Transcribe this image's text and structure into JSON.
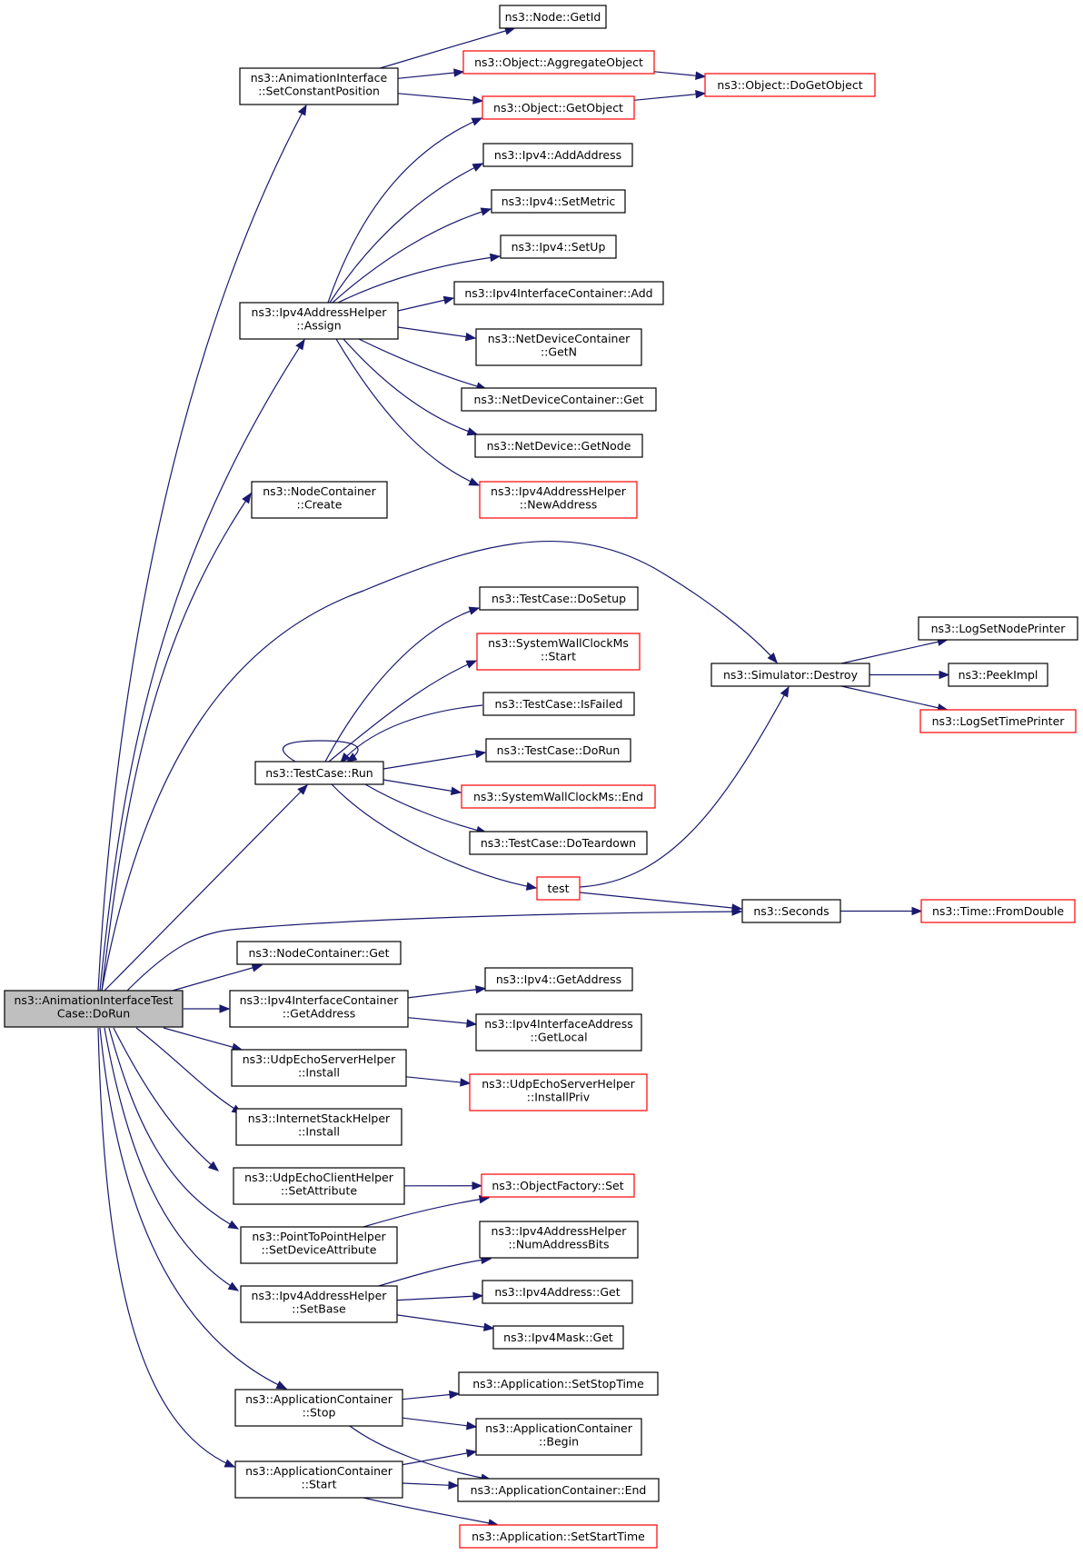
{
  "graph": {
    "title": "",
    "colors": {
      "edge": "#191970",
      "root_fill": "#bfbfbf",
      "root_border": "#000000",
      "normal_border": "#000000",
      "truncated_border": "#ff0000",
      "node_fill": "#ffffff"
    },
    "nodes": [
      {
        "id": "root",
        "lines": [
          "ns3::AnimationInterfaceTest",
          "Case::DoRun"
        ],
        "style": "root"
      },
      {
        "id": "n_setconstpos",
        "lines": [
          "ns3::AnimationInterface",
          "::SetConstantPosition"
        ],
        "style": "normal"
      },
      {
        "id": "n_getid",
        "lines": [
          "ns3::Node::GetId"
        ],
        "style": "normal"
      },
      {
        "id": "n_aggregate",
        "lines": [
          "ns3::Object::AggregateObject"
        ],
        "style": "truncated"
      },
      {
        "id": "n_dogetobject",
        "lines": [
          "ns3::Object::DoGetObject"
        ],
        "style": "truncated"
      },
      {
        "id": "n_getobject",
        "lines": [
          "ns3::Object::GetObject"
        ],
        "style": "truncated"
      },
      {
        "id": "n_addaddress",
        "lines": [
          "ns3::Ipv4::AddAddress"
        ],
        "style": "normal"
      },
      {
        "id": "n_setmetric",
        "lines": [
          "ns3::Ipv4::SetMetric"
        ],
        "style": "normal"
      },
      {
        "id": "n_setup",
        "lines": [
          "ns3::Ipv4::SetUp"
        ],
        "style": "normal"
      },
      {
        "id": "n_assign",
        "lines": [
          "ns3::Ipv4AddressHelper",
          "::Assign"
        ],
        "style": "normal"
      },
      {
        "id": "n_ifcadd",
        "lines": [
          "ns3::Ipv4InterfaceContainer::Add"
        ],
        "style": "normal"
      },
      {
        "id": "n_ndcgetn",
        "lines": [
          "ns3::NetDeviceContainer",
          "::GetN"
        ],
        "style": "normal"
      },
      {
        "id": "n_ndcget",
        "lines": [
          "ns3::NetDeviceContainer::Get"
        ],
        "style": "normal"
      },
      {
        "id": "n_ndgetnode",
        "lines": [
          "ns3::NetDevice::GetNode"
        ],
        "style": "normal"
      },
      {
        "id": "n_newaddress",
        "lines": [
          "ns3::Ipv4AddressHelper",
          "::NewAddress"
        ],
        "style": "truncated"
      },
      {
        "id": "n_nccreate",
        "lines": [
          "ns3::NodeContainer",
          "::Create"
        ],
        "style": "normal"
      },
      {
        "id": "n_dosetup",
        "lines": [
          "ns3::TestCase::DoSetup"
        ],
        "style": "normal"
      },
      {
        "id": "n_swcstart",
        "lines": [
          "ns3::SystemWallClockMs",
          "::Start"
        ],
        "style": "truncated"
      },
      {
        "id": "n_isfailed",
        "lines": [
          "ns3::TestCase::IsFailed"
        ],
        "style": "normal"
      },
      {
        "id": "n_run",
        "lines": [
          "ns3::TestCase::Run"
        ],
        "style": "normal"
      },
      {
        "id": "n_tcdorun",
        "lines": [
          "ns3::TestCase::DoRun"
        ],
        "style": "normal"
      },
      {
        "id": "n_swcend",
        "lines": [
          "ns3::SystemWallClockMs::End"
        ],
        "style": "truncated"
      },
      {
        "id": "n_doteardown",
        "lines": [
          "ns3::TestCase::DoTeardown"
        ],
        "style": "normal"
      },
      {
        "id": "n_test",
        "lines": [
          "test"
        ],
        "style": "truncated"
      },
      {
        "id": "n_destroy",
        "lines": [
          "ns3::Simulator::Destroy"
        ],
        "style": "normal"
      },
      {
        "id": "n_lognodeprinter",
        "lines": [
          "ns3::LogSetNodePrinter"
        ],
        "style": "normal"
      },
      {
        "id": "n_peekimpl",
        "lines": [
          "ns3::PeekImpl"
        ],
        "style": "normal"
      },
      {
        "id": "n_logtimeprinter",
        "lines": [
          "ns3::LogSetTimePrinter"
        ],
        "style": "truncated"
      },
      {
        "id": "n_seconds",
        "lines": [
          "ns3::Seconds"
        ],
        "style": "normal"
      },
      {
        "id": "n_fromdouble",
        "lines": [
          "ns3::Time::FromDouble"
        ],
        "style": "truncated"
      },
      {
        "id": "n_ncget",
        "lines": [
          "ns3::NodeContainer::Get"
        ],
        "style": "normal"
      },
      {
        "id": "n_ifcgetaddr",
        "lines": [
          "ns3::Ipv4InterfaceContainer",
          "::GetAddress"
        ],
        "style": "normal"
      },
      {
        "id": "n_ipv4getaddr",
        "lines": [
          "ns3::Ipv4::GetAddress"
        ],
        "style": "normal"
      },
      {
        "id": "n_getlocal",
        "lines": [
          "ns3::Ipv4InterfaceAddress",
          "::GetLocal"
        ],
        "style": "normal"
      },
      {
        "id": "n_udpserverinstall",
        "lines": [
          "ns3::UdpEchoServerHelper",
          "::Install"
        ],
        "style": "normal"
      },
      {
        "id": "n_udpserverpriv",
        "lines": [
          "ns3::UdpEchoServerHelper",
          "::InstallPriv"
        ],
        "style": "truncated"
      },
      {
        "id": "n_inetinstall",
        "lines": [
          "ns3::InternetStackHelper",
          "::Install"
        ],
        "style": "normal"
      },
      {
        "id": "n_udpclientattr",
        "lines": [
          "ns3::UdpEchoClientHelper",
          "::SetAttribute"
        ],
        "style": "normal"
      },
      {
        "id": "n_ofset",
        "lines": [
          "ns3::ObjectFactory::Set"
        ],
        "style": "truncated"
      },
      {
        "id": "n_p2pattr",
        "lines": [
          "ns3::PointToPointHelper",
          "::SetDeviceAttribute"
        ],
        "style": "normal"
      },
      {
        "id": "n_numaddrbits",
        "lines": [
          "ns3::Ipv4AddressHelper",
          "::NumAddressBits"
        ],
        "style": "normal"
      },
      {
        "id": "n_setbase",
        "lines": [
          "ns3::Ipv4AddressHelper",
          "::SetBase"
        ],
        "style": "normal"
      },
      {
        "id": "n_ipv4addrget",
        "lines": [
          "ns3::Ipv4Address::Get"
        ],
        "style": "normal"
      },
      {
        "id": "n_maskget",
        "lines": [
          "ns3::Ipv4Mask::Get"
        ],
        "style": "normal"
      },
      {
        "id": "n_acstop",
        "lines": [
          "ns3::ApplicationContainer",
          "::Stop"
        ],
        "style": "normal"
      },
      {
        "id": "n_setstoptime",
        "lines": [
          "ns3::Application::SetStopTime"
        ],
        "style": "normal"
      },
      {
        "id": "n_acbegin",
        "lines": [
          "ns3::ApplicationContainer",
          "::Begin"
        ],
        "style": "normal"
      },
      {
        "id": "n_acstart",
        "lines": [
          "ns3::ApplicationContainer",
          "::Start"
        ],
        "style": "normal"
      },
      {
        "id": "n_acend",
        "lines": [
          "ns3::ApplicationContainer::End"
        ],
        "style": "normal"
      },
      {
        "id": "n_setstarttime",
        "lines": [
          "ns3::Application::SetStartTime"
        ],
        "style": "truncated"
      }
    ],
    "edges": [
      {
        "from": "root",
        "to": "n_setconstpos"
      },
      {
        "from": "n_setconstpos",
        "to": "n_getid"
      },
      {
        "from": "n_setconstpos",
        "to": "n_aggregate"
      },
      {
        "from": "n_setconstpos",
        "to": "n_getobject"
      },
      {
        "from": "n_aggregate",
        "to": "n_dogetobject"
      },
      {
        "from": "n_getobject",
        "to": "n_dogetobject"
      },
      {
        "from": "root",
        "to": "n_assign"
      },
      {
        "from": "n_assign",
        "to": "n_getobject"
      },
      {
        "from": "n_assign",
        "to": "n_addaddress"
      },
      {
        "from": "n_assign",
        "to": "n_setmetric"
      },
      {
        "from": "n_assign",
        "to": "n_setup"
      },
      {
        "from": "n_assign",
        "to": "n_ifcadd"
      },
      {
        "from": "n_assign",
        "to": "n_ndcgetn"
      },
      {
        "from": "n_assign",
        "to": "n_ndcget"
      },
      {
        "from": "n_assign",
        "to": "n_ndgetnode"
      },
      {
        "from": "n_assign",
        "to": "n_newaddress"
      },
      {
        "from": "root",
        "to": "n_nccreate"
      },
      {
        "from": "root",
        "to": "n_destroy"
      },
      {
        "from": "root",
        "to": "n_run"
      },
      {
        "from": "n_run",
        "to": "n_run"
      },
      {
        "from": "n_run",
        "to": "n_dosetup"
      },
      {
        "from": "n_run",
        "to": "n_swcstart"
      },
      {
        "from": "n_isfailed",
        "to": "n_run"
      },
      {
        "from": "n_run",
        "to": "n_tcdorun"
      },
      {
        "from": "n_run",
        "to": "n_swcend"
      },
      {
        "from": "n_run",
        "to": "n_doteardown"
      },
      {
        "from": "n_run",
        "to": "n_test"
      },
      {
        "from": "n_test",
        "to": "n_destroy"
      },
      {
        "from": "n_test",
        "to": "n_seconds"
      },
      {
        "from": "n_destroy",
        "to": "n_lognodeprinter"
      },
      {
        "from": "n_destroy",
        "to": "n_peekimpl"
      },
      {
        "from": "n_destroy",
        "to": "n_logtimeprinter"
      },
      {
        "from": "root",
        "to": "n_seconds"
      },
      {
        "from": "n_seconds",
        "to": "n_fromdouble"
      },
      {
        "from": "root",
        "to": "n_ncget"
      },
      {
        "from": "root",
        "to": "n_ifcgetaddr"
      },
      {
        "from": "n_ifcgetaddr",
        "to": "n_ipv4getaddr"
      },
      {
        "from": "n_ifcgetaddr",
        "to": "n_getlocal"
      },
      {
        "from": "root",
        "to": "n_udpserverinstall"
      },
      {
        "from": "n_udpserverinstall",
        "to": "n_udpserverpriv"
      },
      {
        "from": "root",
        "to": "n_inetinstall"
      },
      {
        "from": "root",
        "to": "n_udpclientattr"
      },
      {
        "from": "n_udpclientattr",
        "to": "n_ofset"
      },
      {
        "from": "root",
        "to": "n_p2pattr"
      },
      {
        "from": "n_p2pattr",
        "to": "n_ofset"
      },
      {
        "from": "root",
        "to": "n_setbase"
      },
      {
        "from": "n_setbase",
        "to": "n_numaddrbits"
      },
      {
        "from": "n_setbase",
        "to": "n_ipv4addrget"
      },
      {
        "from": "n_setbase",
        "to": "n_maskget"
      },
      {
        "from": "root",
        "to": "n_acstop"
      },
      {
        "from": "n_acstop",
        "to": "n_setstoptime"
      },
      {
        "from": "n_acstop",
        "to": "n_acbegin"
      },
      {
        "from": "n_acstop",
        "to": "n_acend"
      },
      {
        "from": "root",
        "to": "n_acstart"
      },
      {
        "from": "n_acstart",
        "to": "n_acbegin"
      },
      {
        "from": "n_acstart",
        "to": "n_acend"
      },
      {
        "from": "n_acstart",
        "to": "n_setstarttime"
      }
    ]
  }
}
